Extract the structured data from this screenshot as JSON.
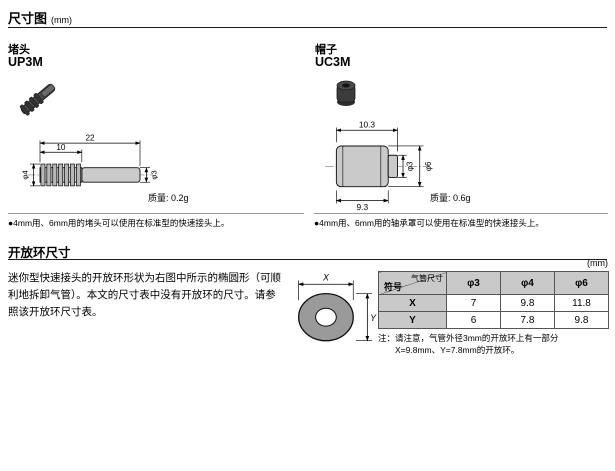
{
  "header": {
    "title": "尺寸图",
    "unit": "(mm)"
  },
  "plug": {
    "label": "堵头",
    "model": "UP3M",
    "mass": "质量: 0.2g",
    "d_overall": "22",
    "d_rib": "10",
    "d_left": "φ4",
    "d_right": "φ3",
    "note": "●4mm用、6mm用的堵头可以使用在标准型的快速接头上。"
  },
  "cap": {
    "label": "帽子",
    "model": "UC3M",
    "mass": "质量: 0.6g",
    "d_top": "10.3",
    "d_small": "φ3",
    "d_large": "φ6",
    "d_bottom": "9.3",
    "note": "●4mm用、6mm用的轴承罩可以使用在标准型的快速接头上。"
  },
  "open_ring": {
    "title": "开放环尺寸",
    "paragraph": "迷你型快速接头的开放环形状为右图中所示的椭圆形（可顺利地拆卸气管）。本文的尺寸表中没有开放环的尺寸。请参照该开放环尺寸表。",
    "x_label": "X",
    "y_label": "Y",
    "table_unit": "(mm)",
    "table": {
      "corner_top": "气管尺寸",
      "corner_bottom": "符号",
      "columns": [
        "φ3",
        "φ4",
        "φ6"
      ],
      "rows": [
        {
          "label": "X",
          "values": [
            "7",
            "9.8",
            "11.8"
          ]
        },
        {
          "label": "Y",
          "values": [
            "6",
            "7.8",
            "9.8"
          ]
        }
      ]
    },
    "note_line1": "注：请注意，气管外径3mm的开放环上有一部分",
    "note_line2": "X=9.8mm、Y=7.8mm的开放环。"
  }
}
